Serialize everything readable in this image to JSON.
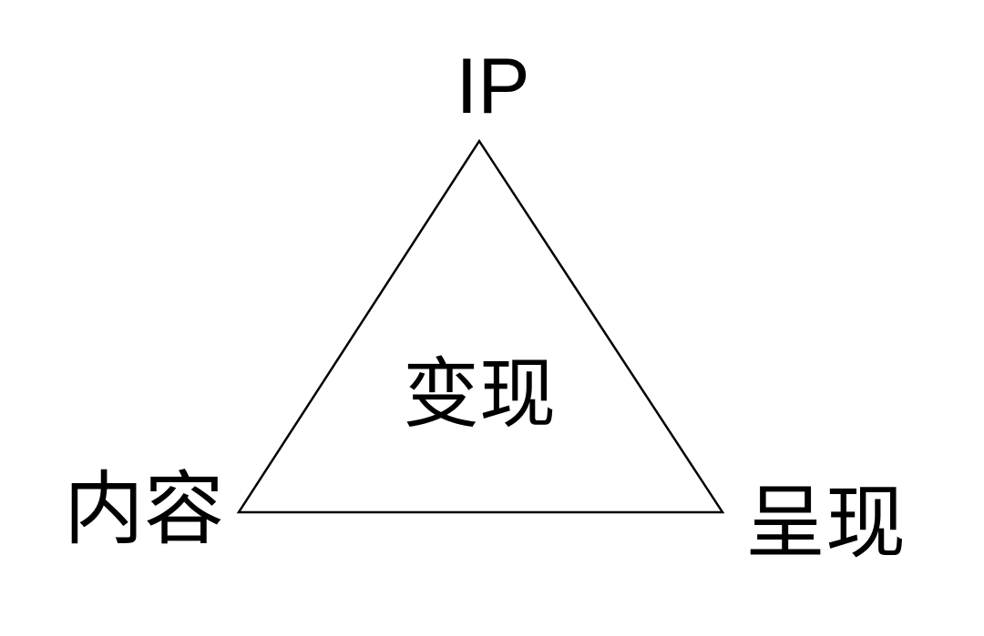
{
  "diagram": {
    "top_label": "IP",
    "left_label": "内容",
    "right_label": "呈现",
    "center_label": "变现",
    "stroke_color": "#000000",
    "text_color": "#000000",
    "background_color": "#ffffff"
  }
}
